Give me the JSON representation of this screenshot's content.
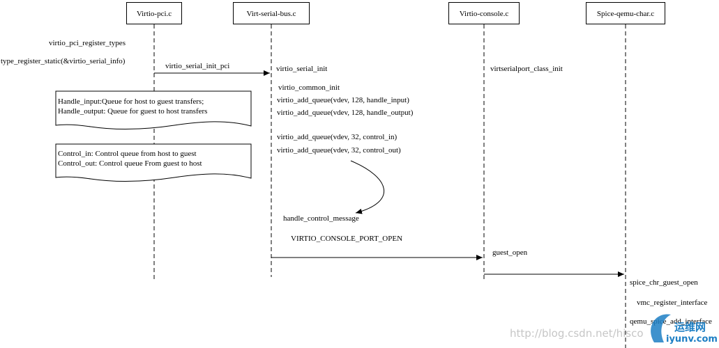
{
  "participants": [
    {
      "label": "Virtio-pci.c"
    },
    {
      "label": "Virt-serial-bus.c"
    },
    {
      "label": "Virtio-console.c"
    },
    {
      "label": "Spice-qemu-char.c"
    }
  ],
  "messages": {
    "pci_register_types": "virtio_pci_register_types",
    "type_register_static": "type_register_static(&virtio_serial_info)",
    "serial_init_pci": "virtio_serial_init_pci",
    "serial_init": "virtio_serial_init",
    "class_init": "virtserialport_class_init",
    "common_init": "virtio_common_init",
    "add_queue_1": "virtio_add_queue(vdev, 128, handle_input)",
    "add_queue_2": "virtio_add_queue(vdev, 128, handle_output)",
    "add_queue_3": "virtio_add_queue(vdev, 32, control_in)",
    "add_queue_4": "virtio_add_queue(vdev, 32, control_out)",
    "handle_control_message": "handle_control_message",
    "port_open": "VIRTIO_CONSOLE_PORT_OPEN",
    "guest_open": "guest_open",
    "spice_guest_open": "spice_chr_guest_open",
    "vmc_register": "vmc_register_interface",
    "qemu_spice_add": "qemu_spice_add_interface"
  },
  "notes": [
    {
      "line1": "Handle_input:Queue for host to guest transfers;",
      "line2": "Handle_output: Queue for guest to host transfers"
    },
    {
      "line1": "Control_in: Control queue from host to guest",
      "line2": "Control_out: Control queue From guest to host"
    }
  ],
  "watermark": {
    "url": "http://blog.csdn.net/hisco",
    "logo_cn": "运维网",
    "logo_en": "iyunv.com"
  },
  "colors": {
    "line": "#000000",
    "watermark": "#c6c6c6",
    "logo": "#1d7fc4"
  }
}
